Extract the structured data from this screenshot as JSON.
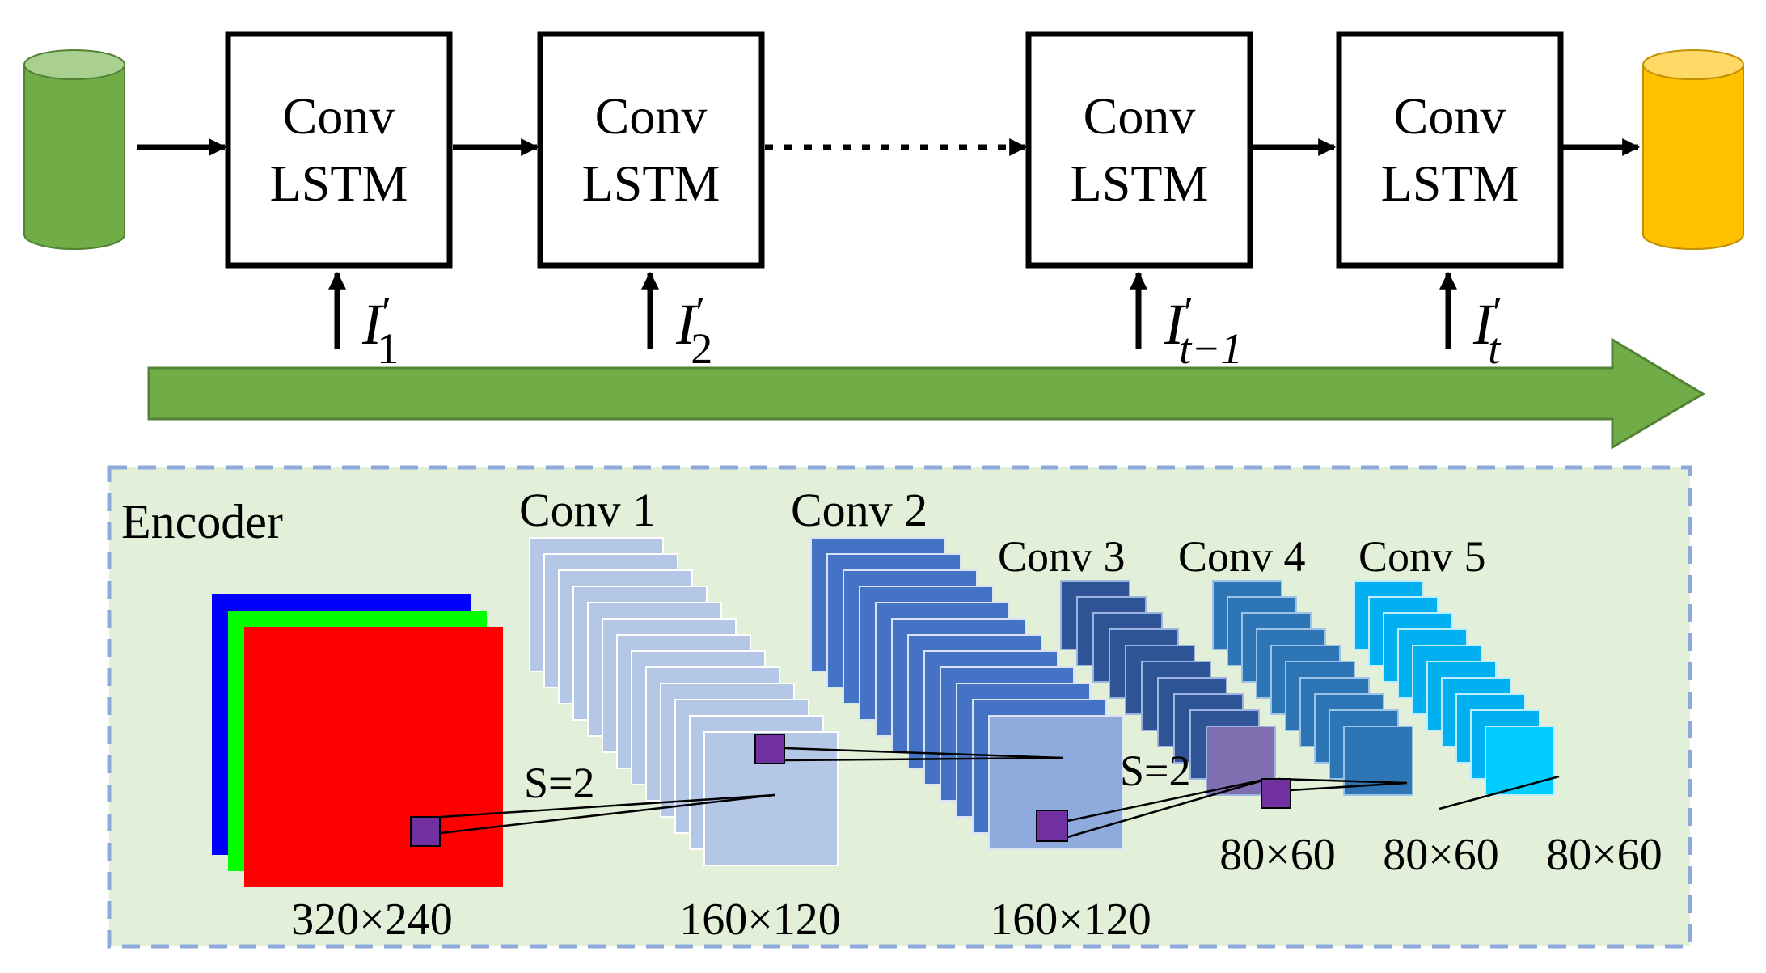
{
  "diagram": {
    "lstm_cells": [
      {
        "line1": "Conv",
        "line2": "LSTM",
        "input": "I",
        "sub": "1",
        "prime": "′"
      },
      {
        "line1": "Conv",
        "line2": "LSTM",
        "input": "I",
        "sub": "2",
        "prime": "′"
      },
      {
        "line1": "Conv",
        "line2": "LSTM",
        "input": "I",
        "sub": "t−1",
        "prime": "′"
      },
      {
        "line1": "Conv",
        "line2": "LSTM",
        "input": "I",
        "sub": "t",
        "prime": "′"
      }
    ],
    "encoder": {
      "title": "Encoder",
      "layers": [
        {
          "label": "Conv 1",
          "size": "160×120"
        },
        {
          "label": "Conv 2",
          "size": "160×120"
        },
        {
          "label": "Conv 3",
          "size": "80×60"
        },
        {
          "label": "Conv 4",
          "size": "80×60"
        },
        {
          "label": "Conv 5",
          "size": "80×60"
        }
      ],
      "input_size": "320×240",
      "stride_labels": [
        "S=2",
        "S=2"
      ]
    },
    "colors": {
      "input_cylinder": "#70ad47",
      "output_cylinder": "#ffc000",
      "time_arrow": "#70ad47",
      "encoder_bg": "#e2efd9",
      "encoder_border": "#8eaadb",
      "conv1": "#b4c7e7",
      "conv2": "#4472c4",
      "conv3": "#2f5597",
      "conv4": "#2e75b6",
      "conv5": "#00b0f0",
      "kernel": "#7030a0",
      "rgb": [
        "#0000ff",
        "#00ff00",
        "#ff0000"
      ]
    }
  }
}
